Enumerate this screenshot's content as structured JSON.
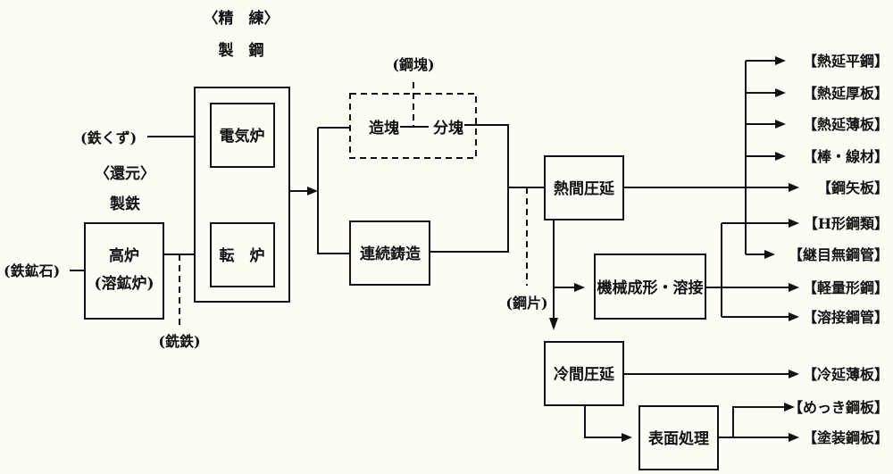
{
  "diagram": {
    "title": "Steel manufacturing process flow",
    "colors": {
      "ink": "#111111",
      "background": "#fdfdf6"
    },
    "stages": {
      "refining": {
        "bracket": "〈精　練〉",
        "name": "製　鋼"
      },
      "reduction": {
        "bracket": "〈還元〉",
        "name": "製鉄"
      }
    },
    "inputs": {
      "scrap": "(鉄くず)",
      "ore": "(鉄鉱石)",
      "pig_iron": "(銑鉄)",
      "ingot": "(鋼塊)",
      "slab": "(鋼片)"
    },
    "processes": {
      "blast_furnace": {
        "line1": "高炉",
        "line2": "(溶鉱炉)"
      },
      "electric_furnace": "電気炉",
      "converter": "転　炉",
      "ingot_making": "造塊",
      "blooming": "分塊",
      "continuous_casting": "連続鋳造",
      "hot_rolling": "熱間圧延",
      "forming_welding": "機械成形・溶接",
      "cold_rolling": "冷間圧延",
      "surface_treatment": "表面処理"
    },
    "products": {
      "hot_rolling": [
        "【熱延平鋼】",
        "【熱延厚板】",
        "【熱延薄板】",
        "【棒・線材】",
        "【鋼矢板】",
        "【継目無鋼管】"
      ],
      "forming": [
        "【H形鋼類】",
        "【軽量形鋼】",
        "【溶接鋼管】"
      ],
      "cold_rolling": "【冷延薄板】",
      "surface": [
        "【めっき鋼板】",
        "【塗装鋼板】"
      ]
    }
  }
}
